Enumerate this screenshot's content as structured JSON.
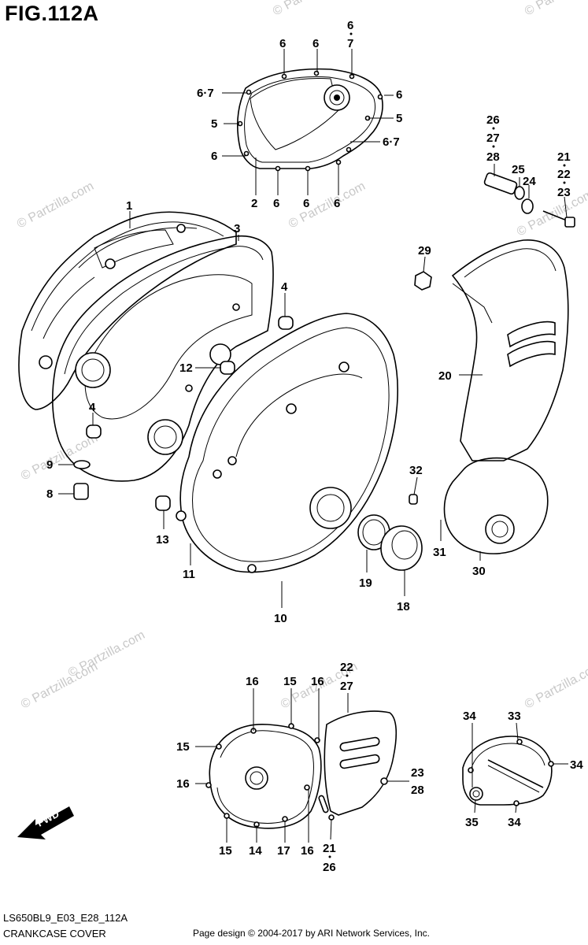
{
  "figure": {
    "title": "FIG.112A",
    "diagram_code": "LS650BL9_E03_E28_112A",
    "section_title": "CRANKCASE COVER",
    "copyright": "Page design © 2004-2017 by ARI Network Services, Inc."
  },
  "watermark": {
    "text": "© Partzilla.com"
  },
  "fwd_arrow": {
    "label": "FWD"
  },
  "callouts": [
    {
      "id": "c6a",
      "label": "6"
    },
    {
      "id": "c6b",
      "label": "6"
    },
    {
      "id": "c6c",
      "label": "6"
    },
    {
      "id": "c7a",
      "label": "7"
    },
    {
      "id": "c67a",
      "label": "6·7"
    },
    {
      "id": "c6d",
      "label": "6"
    },
    {
      "id": "c5a",
      "label": "5"
    },
    {
      "id": "c5b",
      "label": "5"
    },
    {
      "id": "c6e",
      "label": "6"
    },
    {
      "id": "c67b",
      "label": "6·7"
    },
    {
      "id": "c2",
      "label": "2"
    },
    {
      "id": "c6f",
      "label": "6"
    },
    {
      "id": "c6g",
      "label": "6"
    },
    {
      "id": "c6h",
      "label": "6"
    },
    {
      "id": "c26a",
      "label": "26"
    },
    {
      "id": "c27a",
      "label": "27"
    },
    {
      "id": "c28a",
      "label": "28"
    },
    {
      "id": "c21a",
      "label": "21"
    },
    {
      "id": "c22a",
      "label": "22"
    },
    {
      "id": "c23a",
      "label": "23"
    },
    {
      "id": "c25",
      "label": "25"
    },
    {
      "id": "c24",
      "label": "24"
    },
    {
      "id": "c1",
      "label": "1"
    },
    {
      "id": "c3",
      "label": "3"
    },
    {
      "id": "c4a",
      "label": "4"
    },
    {
      "id": "c29",
      "label": "29"
    },
    {
      "id": "c12",
      "label": "12"
    },
    {
      "id": "c20",
      "label": "20"
    },
    {
      "id": "c4b",
      "label": "4"
    },
    {
      "id": "c9",
      "label": "9"
    },
    {
      "id": "c8",
      "label": "8"
    },
    {
      "id": "c32",
      "label": "32"
    },
    {
      "id": "c13",
      "label": "13"
    },
    {
      "id": "c11",
      "label": "11"
    },
    {
      "id": "c31",
      "label": "31"
    },
    {
      "id": "c30",
      "label": "30"
    },
    {
      "id": "c19",
      "label": "19"
    },
    {
      "id": "c18",
      "label": "18"
    },
    {
      "id": "c10",
      "label": "10"
    },
    {
      "id": "c22b",
      "label": "22"
    },
    {
      "id": "c27b",
      "label": "27"
    },
    {
      "id": "c16a",
      "label": "16"
    },
    {
      "id": "c15a",
      "label": "15"
    },
    {
      "id": "c16b",
      "label": "16"
    },
    {
      "id": "c15b",
      "label": "15"
    },
    {
      "id": "c16c",
      "label": "16"
    },
    {
      "id": "c34a",
      "label": "34"
    },
    {
      "id": "c33",
      "label": "33"
    },
    {
      "id": "c34b",
      "label": "34"
    },
    {
      "id": "c23b",
      "label": "23"
    },
    {
      "id": "c28b",
      "label": "28"
    },
    {
      "id": "c35",
      "label": "35"
    },
    {
      "id": "c34c",
      "label": "34"
    },
    {
      "id": "c15c",
      "label": "15"
    },
    {
      "id": "c14",
      "label": "14"
    },
    {
      "id": "c17",
      "label": "17"
    },
    {
      "id": "c16d",
      "label": "16"
    },
    {
      "id": "c21b",
      "label": "21"
    },
    {
      "id": "c26b",
      "label": "26"
    }
  ]
}
